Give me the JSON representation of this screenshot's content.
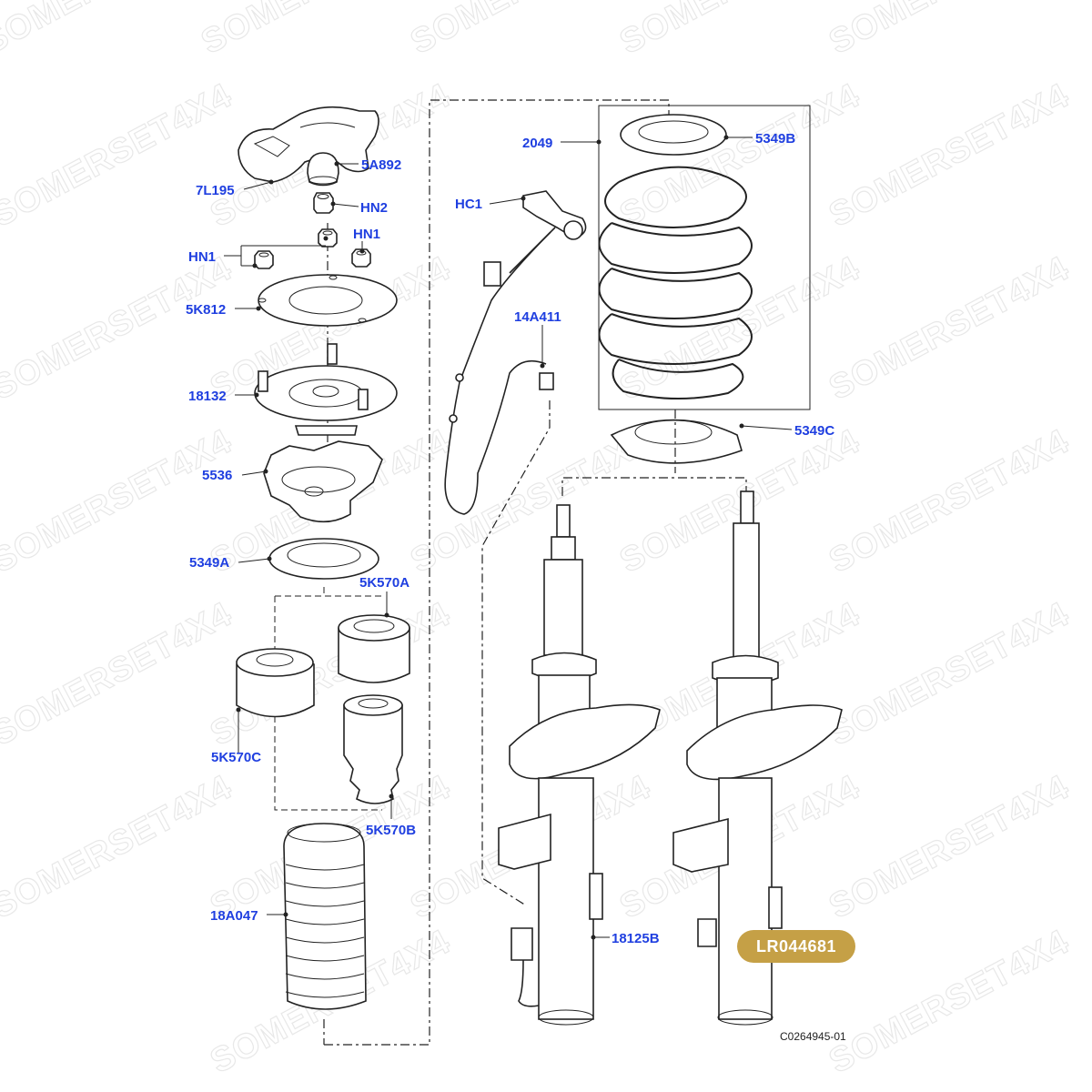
{
  "watermark": "SOMERSET4X4",
  "diagram_ref": "C0264945-01",
  "part_badge": "LR044681",
  "labels": {
    "l7L195": "7L195",
    "l5A892": "5A892",
    "lHN2": "HN2",
    "lHN1a": "HN1",
    "lHN1b": "HN1",
    "l5K812": "5K812",
    "l18132": "18132",
    "l5536": "5536",
    "l5349A": "5349A",
    "l5K570A": "5K570A",
    "l5K570C": "5K570C",
    "l5K570B": "5K570B",
    "l18A047": "18A047",
    "l2049": "2049",
    "l5349B": "5349B",
    "lHC1": "HC1",
    "l14A411": "14A411",
    "l5349C": "5349C",
    "l18125B": "18125B"
  }
}
